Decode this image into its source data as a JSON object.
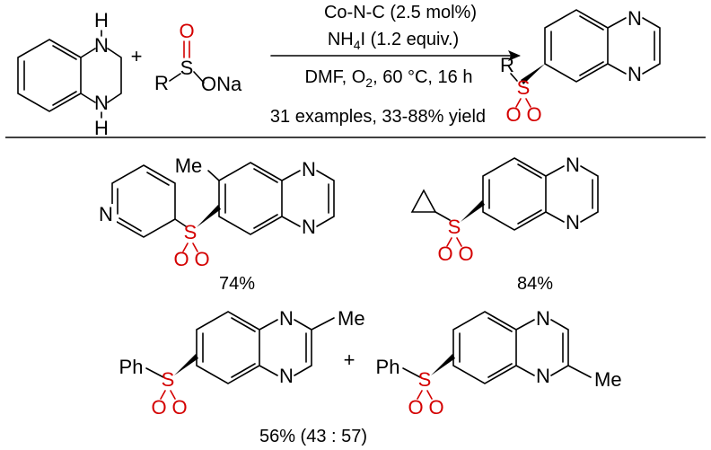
{
  "reaction": {
    "conditions_above": [
      "Co-N-C (2.5 mol%)",
      "NH4I (1.2 equiv.)"
    ],
    "conditions_below": "DMF, O2, 60 °C, 16 h",
    "scope_summary": "31 examples, 33-88% yield",
    "plus": "+"
  },
  "atoms": {
    "H": "H",
    "N": "N",
    "R": "R",
    "S": "S",
    "O": "O",
    "ONa": "ONa",
    "Me": "Me",
    "Ph": "Ph"
  },
  "colors": {
    "heteroatom": "#d40000",
    "bond": "#000000"
  },
  "products": [
    {
      "id": "pyridyl-methyl",
      "yield": "74%"
    },
    {
      "id": "cyclopropyl",
      "yield": "84%"
    },
    {
      "id": "phenyl-methyl-isomers",
      "yield": "56% (43 : 57)"
    }
  ]
}
